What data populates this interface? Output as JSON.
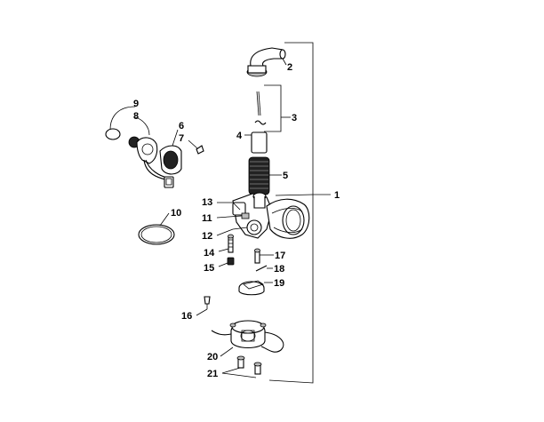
{
  "callouts": [
    {
      "id": "c1",
      "label": "1"
    },
    {
      "id": "c2",
      "label": "2"
    },
    {
      "id": "c3",
      "label": "3"
    },
    {
      "id": "c4",
      "label": "4"
    },
    {
      "id": "c5",
      "label": "5"
    },
    {
      "id": "c6",
      "label": "6"
    },
    {
      "id": "c7",
      "label": "7"
    },
    {
      "id": "c8",
      "label": "8"
    },
    {
      "id": "c9",
      "label": "9"
    },
    {
      "id": "c10",
      "label": "10"
    },
    {
      "id": "c11",
      "label": "11"
    },
    {
      "id": "c12",
      "label": "12"
    },
    {
      "id": "c13",
      "label": "13"
    },
    {
      "id": "c14",
      "label": "14"
    },
    {
      "id": "c15",
      "label": "15"
    },
    {
      "id": "c16",
      "label": "16"
    },
    {
      "id": "c17",
      "label": "17"
    },
    {
      "id": "c18",
      "label": "18"
    },
    {
      "id": "c19",
      "label": "19"
    },
    {
      "id": "c20",
      "label": "20"
    },
    {
      "id": "c21",
      "label": "21"
    }
  ]
}
